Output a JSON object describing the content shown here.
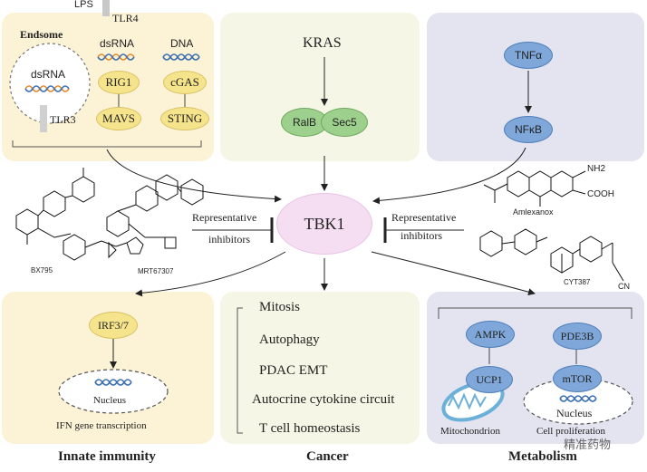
{
  "top": {
    "lps": "LPS",
    "tlr4": "TLR4",
    "endosome": "Endsome",
    "dsrna_endosome": "dsRNA",
    "tlr3": "TLR3",
    "dsrna": "dsRNA",
    "dna": "DNA",
    "rig1": "RIG1",
    "mavs": "MAVS",
    "cgas": "cGAS",
    "sting": "STING",
    "kras": "KRAS",
    "ralb": "RalB",
    "sec5": "Sec5",
    "tnfa": "TNFα",
    "nfkb": "NFκB"
  },
  "center": {
    "tbk1": "TBK1",
    "inhibitors_left": [
      "Representative",
      "inhibitors"
    ],
    "inhibitors_right": [
      "Representative",
      "inhibitors"
    ],
    "bx795": "BX795",
    "mrt67307": "MRT67307",
    "amlexanox": "Amlexanox",
    "cyt387": "CYT387",
    "nh2": "NH2",
    "cooh": "COOH",
    "cn": "CN"
  },
  "bottom": {
    "irf37": "IRF3/7",
    "nucleus_left": "Nucleus",
    "ifn": "IFN gene transcription",
    "cancer_items": [
      "Mitosis",
      "Autophagy",
      "PDAC EMT",
      "Autocrine cytokine circuit",
      "T cell homeostasis"
    ],
    "ampk": "AMPK",
    "ucp1": "UCP1",
    "pde3b": "PDE3B",
    "mtor": "mTOR",
    "nucleus_right": "Nucleus",
    "mitochondrion": "Mitochondrion",
    "cell_proliferation": "Cell proliferation",
    "watermark": "精准药物"
  },
  "sections": {
    "innate": "Innate immunity",
    "cancer": "Cancer",
    "metabolism": "Metabolism"
  },
  "colors": {
    "yellow_panel": "#fcf3d6",
    "cancer_panel": "#f6f6e6",
    "blue_panel": "#e3e4f0",
    "tbk1": "#f5ddf2"
  }
}
